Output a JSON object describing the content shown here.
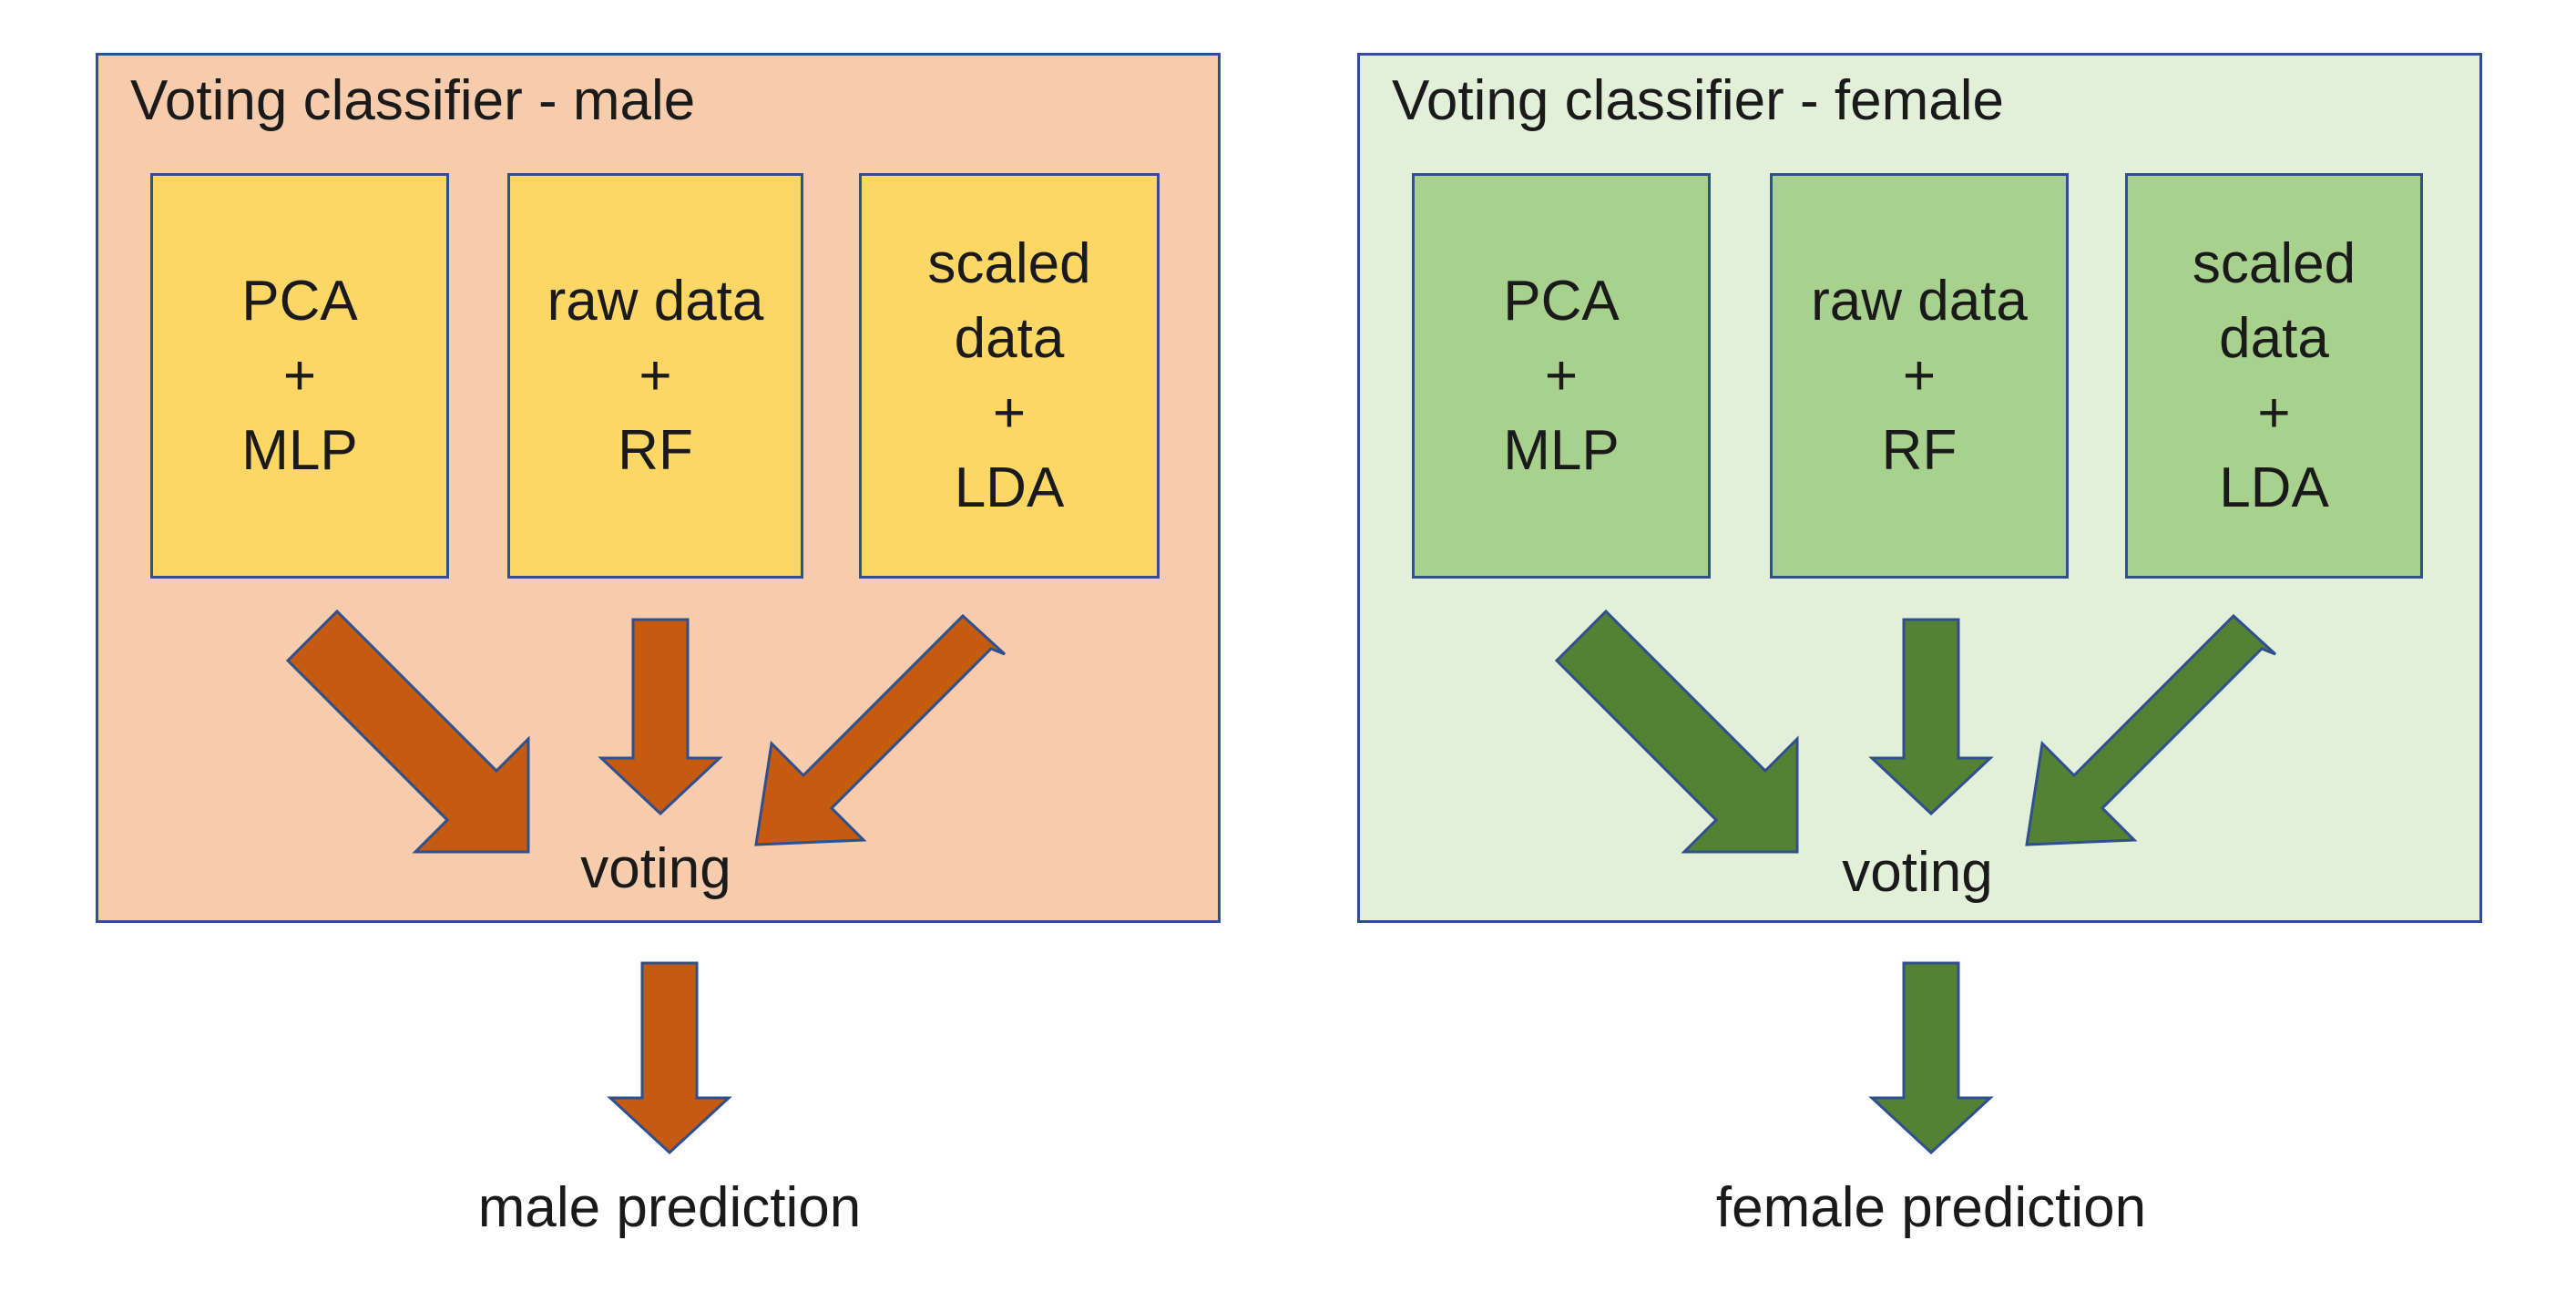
{
  "male": {
    "title": "Voting classifier - male",
    "models": [
      [
        "PCA",
        "+",
        "MLP"
      ],
      [
        "raw data",
        "+",
        "RF"
      ],
      [
        "scaled",
        "data",
        "+",
        "LDA"
      ]
    ],
    "voting_label": "voting",
    "prediction_label": "male prediction",
    "colors": {
      "panel": "#f7ccad",
      "box": "#fdd766",
      "arrow": "#c55a11"
    }
  },
  "female": {
    "title": "Voting classifier - female",
    "models": [
      [
        "PCA",
        "+",
        "MLP"
      ],
      [
        "raw data",
        "+",
        "RF"
      ],
      [
        "scaled",
        "data",
        "+",
        "LDA"
      ]
    ],
    "voting_label": "voting",
    "prediction_label": "female prediction",
    "colors": {
      "panel": "#e2efd9",
      "box": "#a9d18e",
      "arrow": "#548235"
    }
  },
  "border_color": "#2f4f8f"
}
